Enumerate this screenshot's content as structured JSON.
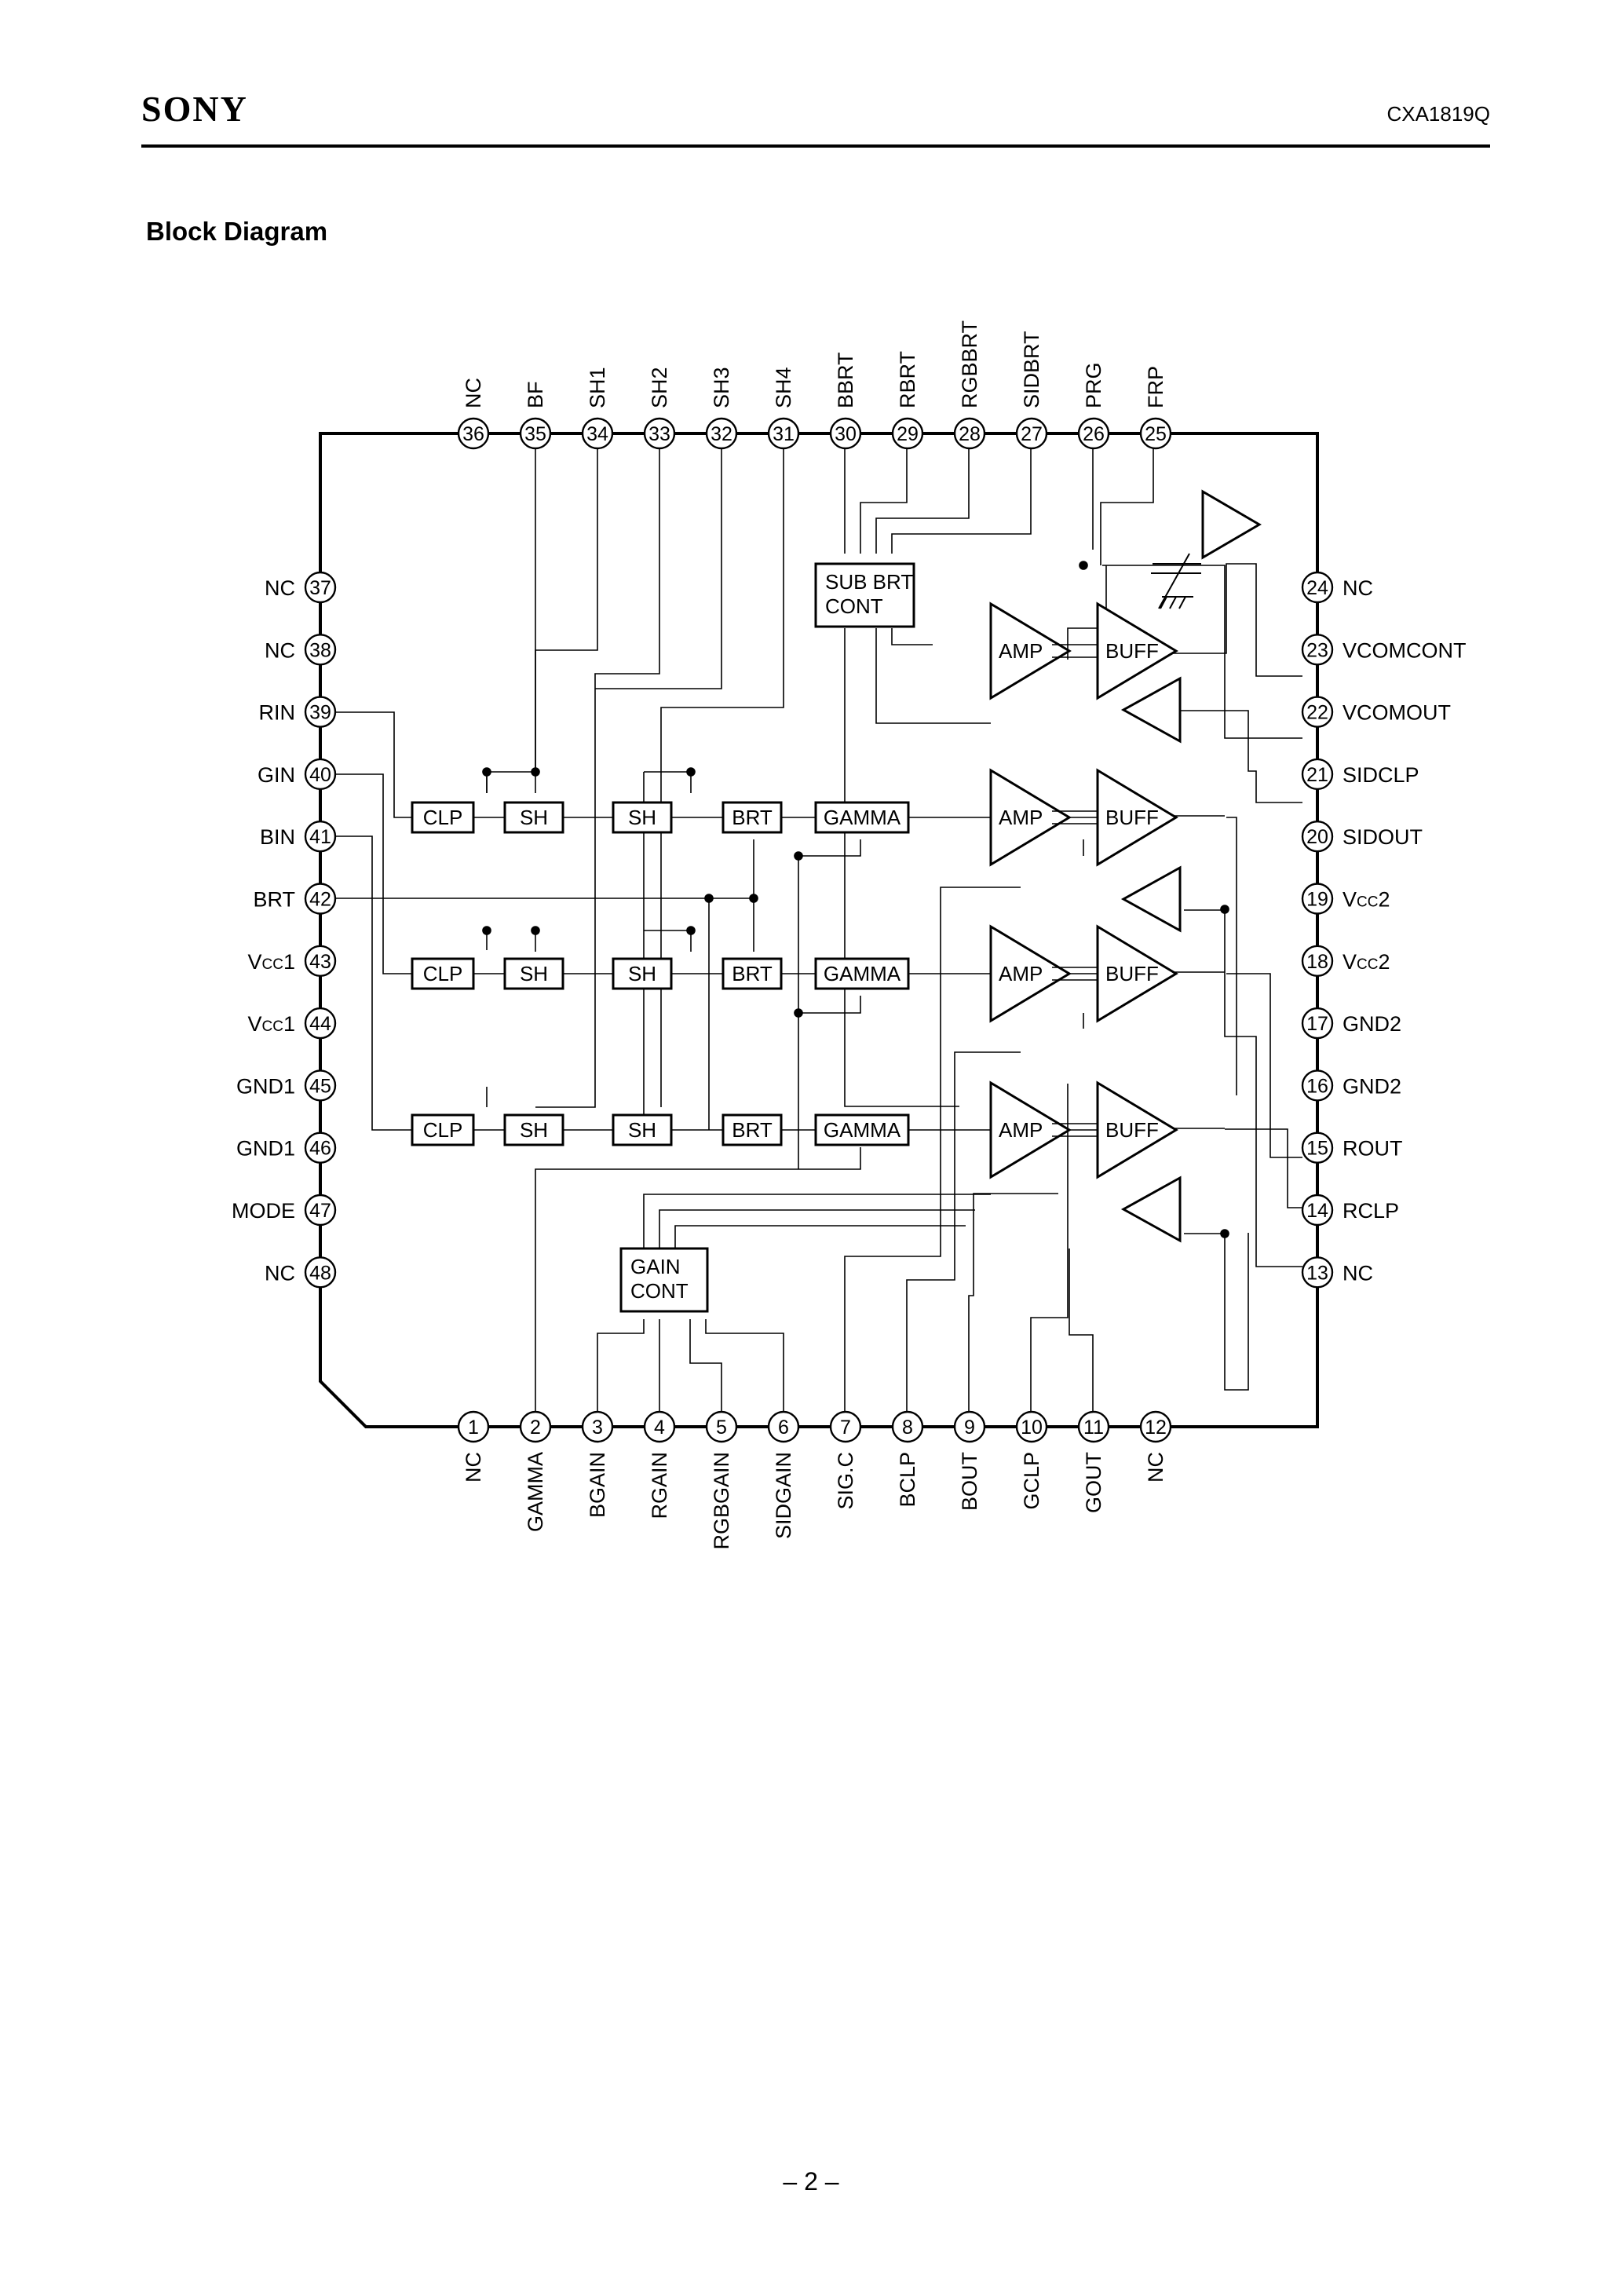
{
  "header": {
    "brand": "SONY",
    "part_number": "CXA1819Q"
  },
  "section_title": "Block Diagram",
  "page_number": "– 2 –",
  "pins": [
    {
      "n": "1",
      "name": "NC"
    },
    {
      "n": "2",
      "name": "GAMMA"
    },
    {
      "n": "3",
      "name": "BGAIN"
    },
    {
      "n": "4",
      "name": "RGAIN"
    },
    {
      "n": "5",
      "name": "RGBGAIN"
    },
    {
      "n": "6",
      "name": "SIDGAIN"
    },
    {
      "n": "7",
      "name": "SIG.C"
    },
    {
      "n": "8",
      "name": "BCLP"
    },
    {
      "n": "9",
      "name": "BOUT"
    },
    {
      "n": "10",
      "name": "GCLP"
    },
    {
      "n": "11",
      "name": "GOUT"
    },
    {
      "n": "12",
      "name": "NC"
    },
    {
      "n": "13",
      "name": "NC"
    },
    {
      "n": "14",
      "name": "RCLP"
    },
    {
      "n": "15",
      "name": "ROUT"
    },
    {
      "n": "16",
      "name": "GND2"
    },
    {
      "n": "17",
      "name": "GND2"
    },
    {
      "n": "18",
      "name": "Vcc2"
    },
    {
      "n": "19",
      "name": "Vcc2"
    },
    {
      "n": "20",
      "name": "SIDOUT"
    },
    {
      "n": "21",
      "name": "SIDCLP"
    },
    {
      "n": "22",
      "name": "VCOMOUT"
    },
    {
      "n": "23",
      "name": "VCOMCONT"
    },
    {
      "n": "24",
      "name": "NC"
    },
    {
      "n": "25",
      "name": "FRP"
    },
    {
      "n": "26",
      "name": "PRG"
    },
    {
      "n": "27",
      "name": "SIDBRT"
    },
    {
      "n": "28",
      "name": "RGBBRT"
    },
    {
      "n": "29",
      "name": "RBRT"
    },
    {
      "n": "30",
      "name": "BBRT"
    },
    {
      "n": "31",
      "name": "SH4"
    },
    {
      "n": "32",
      "name": "SH3"
    },
    {
      "n": "33",
      "name": "SH2"
    },
    {
      "n": "34",
      "name": "SH1"
    },
    {
      "n": "35",
      "name": "BF"
    },
    {
      "n": "36",
      "name": "NC"
    },
    {
      "n": "37",
      "name": "NC"
    },
    {
      "n": "38",
      "name": "NC"
    },
    {
      "n": "39",
      "name": "RIN"
    },
    {
      "n": "40",
      "name": "GIN"
    },
    {
      "n": "41",
      "name": "BIN"
    },
    {
      "n": "42",
      "name": "BRT"
    },
    {
      "n": "43",
      "name": "Vcc1"
    },
    {
      "n": "44",
      "name": "Vcc1"
    },
    {
      "n": "45",
      "name": "GND1"
    },
    {
      "n": "46",
      "name": "GND1"
    },
    {
      "n": "47",
      "name": "MODE"
    },
    {
      "n": "48",
      "name": "NC"
    }
  ],
  "blocks": {
    "clp": "CLP",
    "sh": "SH",
    "brt": "BRT",
    "gamma": "GAMMA",
    "amp": "AMP",
    "buff": "BUFF",
    "sub_brt_cont": [
      "SUB BRT",
      "CONT"
    ],
    "gain_cont": [
      "GAIN",
      "CONT"
    ]
  }
}
